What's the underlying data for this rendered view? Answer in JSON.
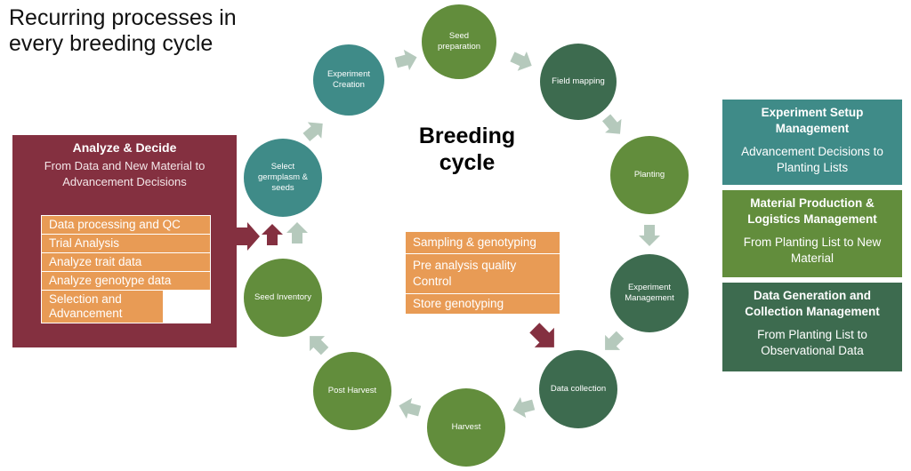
{
  "title": "Recurring processes in every breeding cycle",
  "center_title": "Breeding cycle",
  "colors": {
    "teal": "#3f8b88",
    "green": "#628d3c",
    "dark_green": "#3d6b4f",
    "maroon": "#843040",
    "orange": "#e89b55",
    "arrow": "#b5c9bc"
  },
  "cycle": [
    {
      "label": "Experiment Creation"
    },
    {
      "label": "Seed preparation"
    },
    {
      "label": "Field mapping"
    },
    {
      "label": "Planting"
    },
    {
      "label": "Experiment Management"
    },
    {
      "label": "Data collection"
    },
    {
      "label": "Harvest"
    },
    {
      "label": "Post Harvest"
    },
    {
      "label": "Seed Inventory"
    },
    {
      "label": "Select germplasm & seeds"
    }
  ],
  "analyze": {
    "title": "Analyze & Decide",
    "subtitle": "From Data and New Material  to Advancement Decisions",
    "items": [
      "Data processing and QC",
      "Trial Analysis",
      "Analyze trait data",
      "Analyze genotype data",
      "Selection and Advancement"
    ]
  },
  "genotyping": {
    "items": [
      "Sampling & genotyping",
      "Pre analysis quality Control",
      "Store genotyping"
    ]
  },
  "management": [
    {
      "title": "Experiment Setup Management",
      "text": "Advancement Decisions to Planting Lists"
    },
    {
      "title": "Material Production & Logistics Management",
      "text": "From Planting List to New Material"
    },
    {
      "title": "Data Generation and Collection Management",
      "text": "From Planting List to Observational Data"
    }
  ]
}
